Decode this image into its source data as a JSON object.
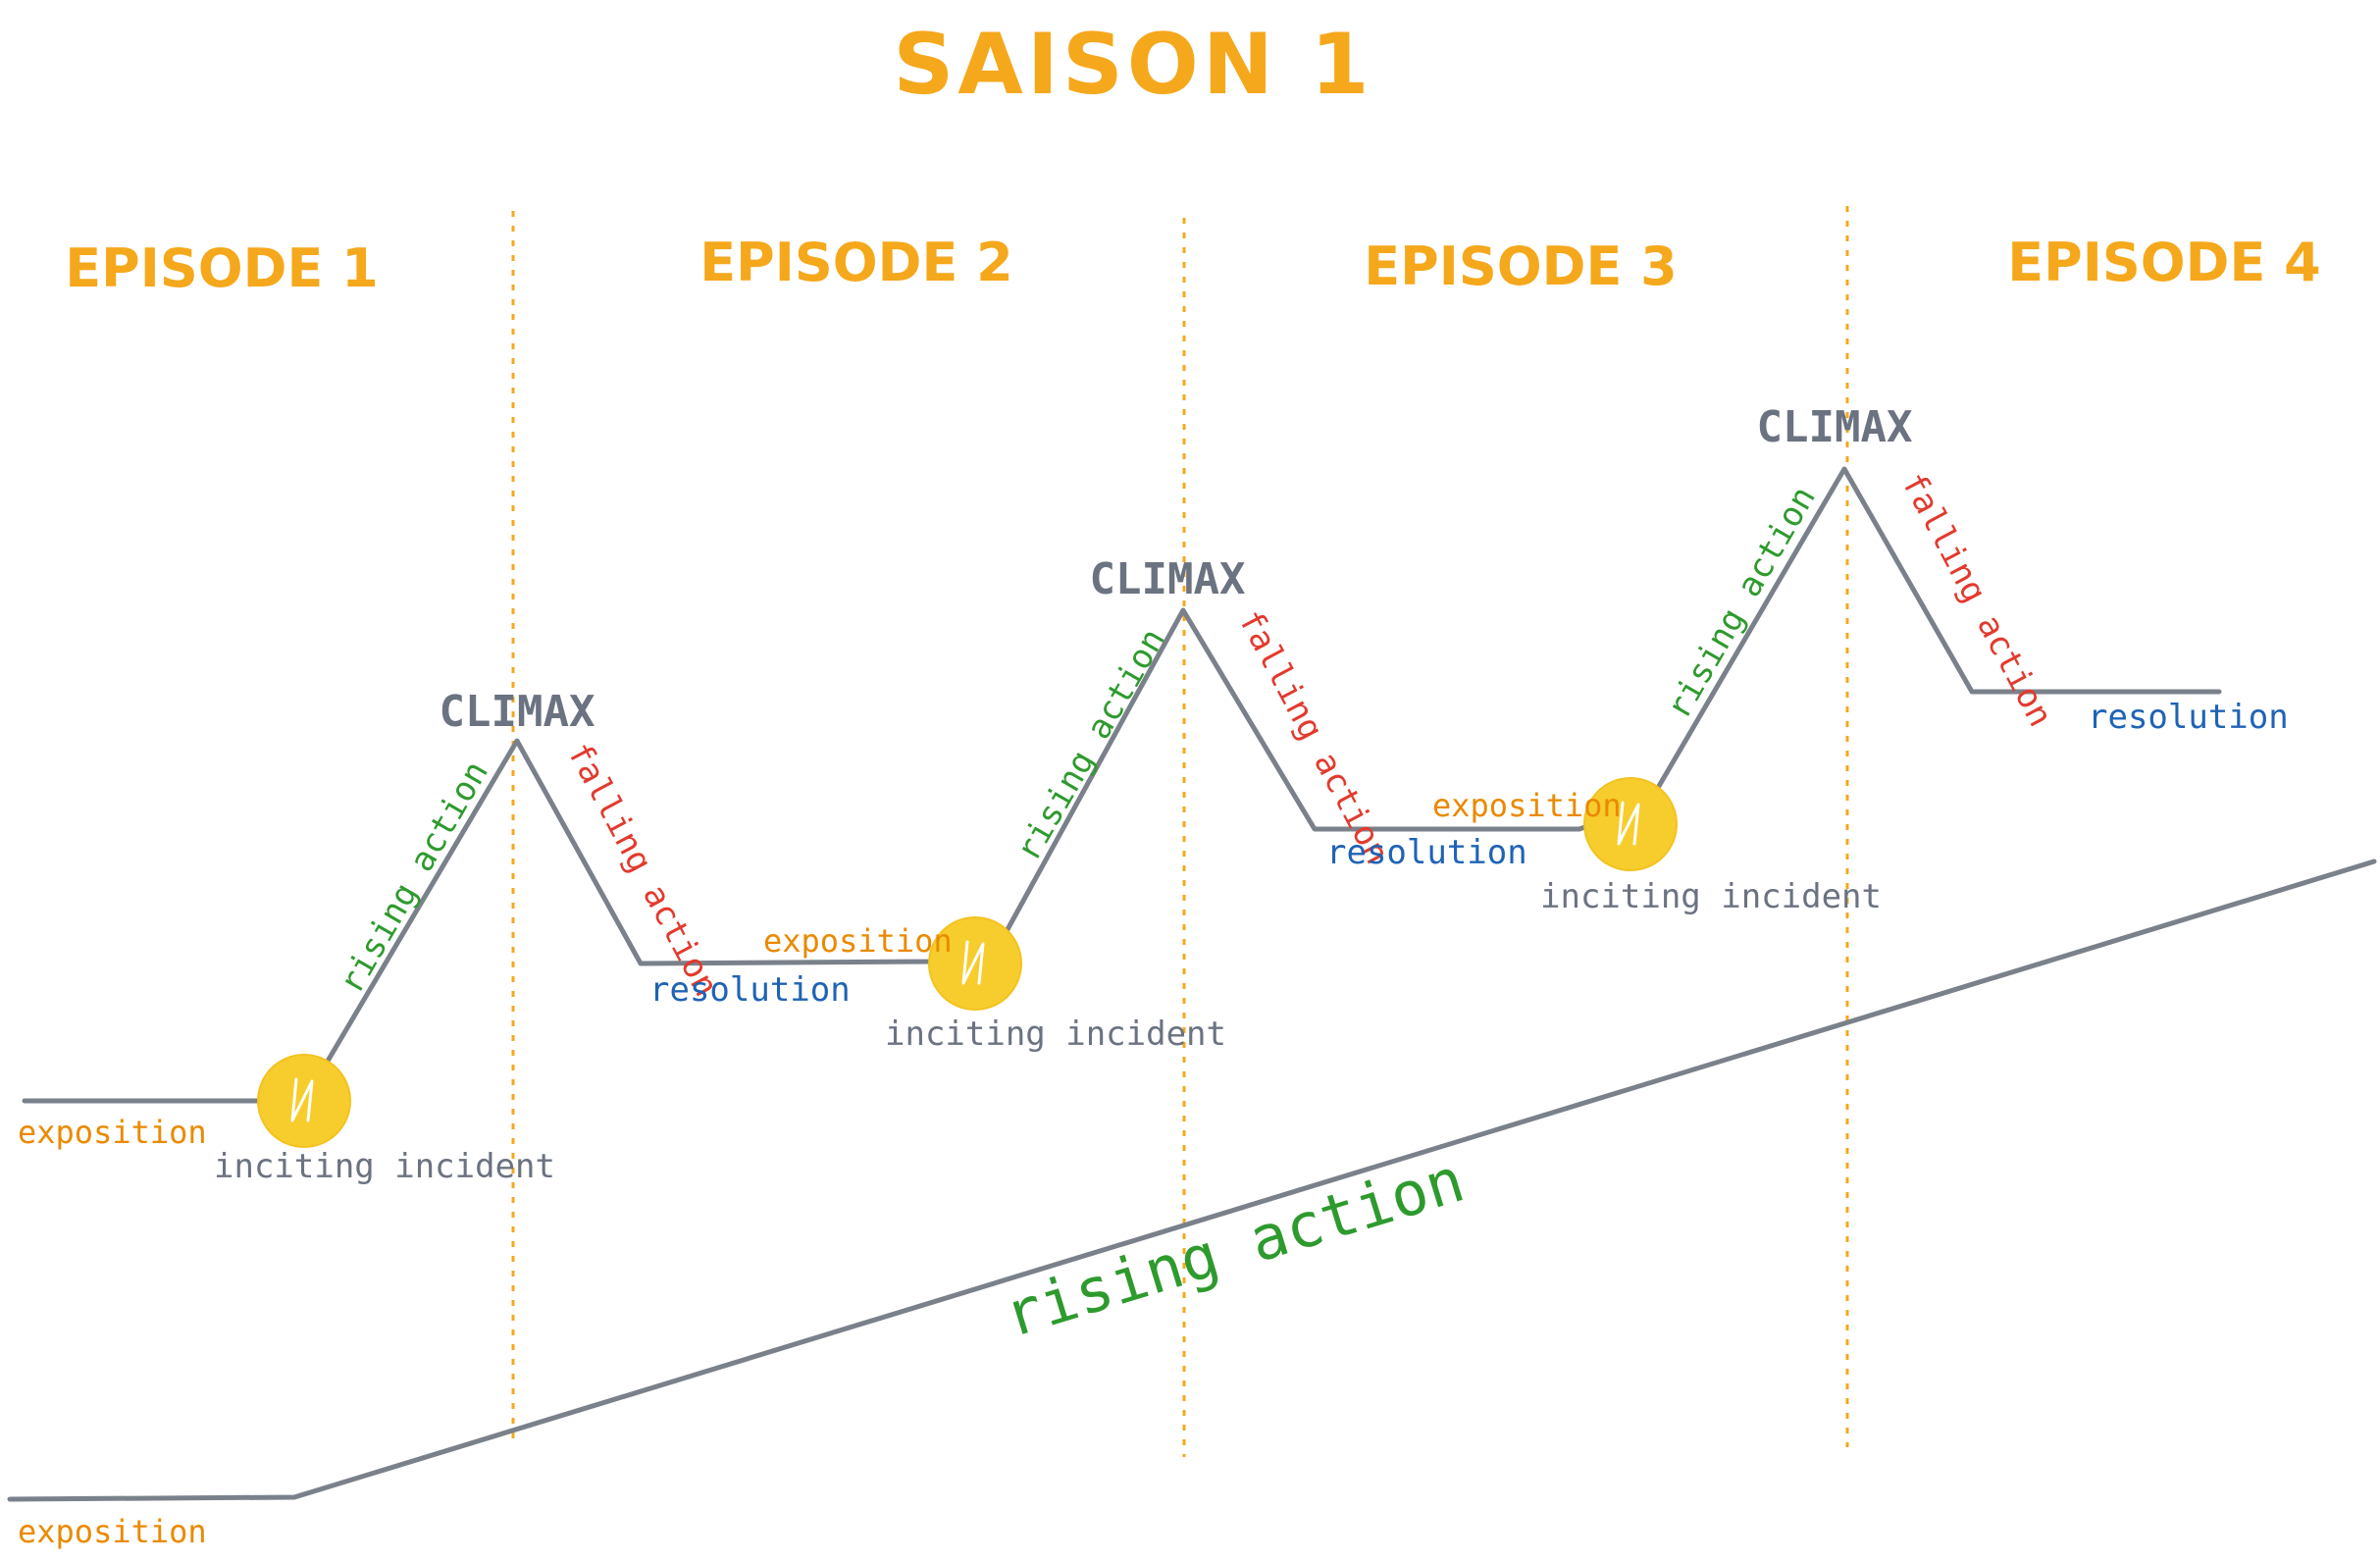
{
  "title": "SAISON 1",
  "episodes": [
    "EPISODE 1",
    "EPISODE 2",
    "EPISODE 3",
    "EPISODE 4"
  ],
  "labels": {
    "climax": "CLIMAX",
    "rising": "rising action",
    "falling": "falling action",
    "exposition": "exposition",
    "resolution": "resolution",
    "inciting": "inciting incident"
  },
  "season_arc": {
    "label": "rising action",
    "start_label": "exposition"
  },
  "colors": {
    "title": "#f5a81c",
    "exposition": "#ea8a00",
    "resolution": "#1f63b5",
    "rising": "#2e9a2e",
    "falling": "#e23a2e",
    "inciting": "#6b7280",
    "line": "#7a818a",
    "incident_dot": "#f6cd2d"
  },
  "icons": [
    "lightning-icon"
  ]
}
